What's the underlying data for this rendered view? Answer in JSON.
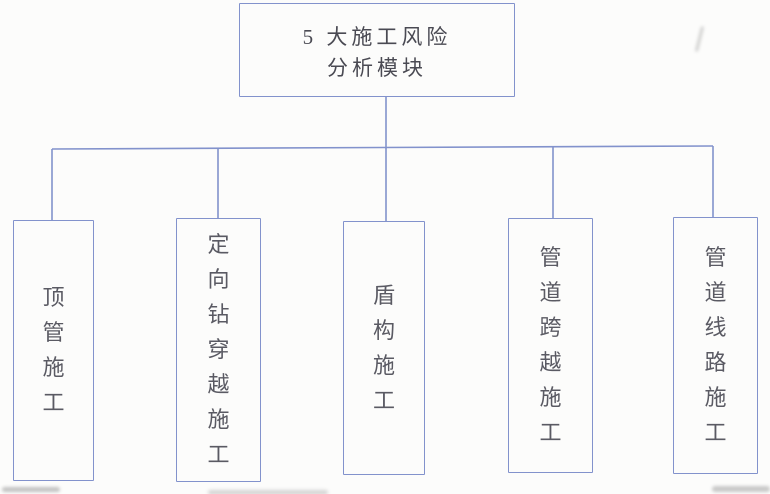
{
  "diagram": {
    "root": {
      "line1": "5 大施工风险",
      "line2": "分析模块"
    },
    "children": [
      {
        "label": "顶管施工"
      },
      {
        "label": "定向钻穿越施工"
      },
      {
        "label": "盾构施工"
      },
      {
        "label": "管道跨越施工"
      },
      {
        "label": "管道线路施工"
      }
    ],
    "colors": {
      "line": "#8292cc",
      "box_border": "#8292cc",
      "title_text": "#4a4a53",
      "label_text": "#5a5a63",
      "background": "#fcfcfb"
    }
  }
}
